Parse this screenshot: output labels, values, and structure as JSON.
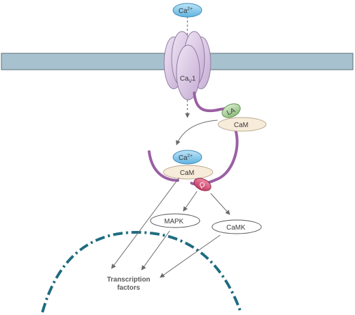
{
  "ions": {
    "top": {
      "base": "Ca",
      "charge": "2+"
    },
    "cytoplasm": {
      "base": "Ca",
      "charge": "2+"
    }
  },
  "channel": {
    "base": "Ca",
    "sub": "V",
    "num": "1"
  },
  "la": "LA",
  "cam_upper": "CaM",
  "cam_lower": "CaM",
  "q": "Q",
  "kinases": {
    "mapk": "MAPK",
    "camk": "CaMK"
  },
  "tf": {
    "line1": "Transcription",
    "line2": "factors"
  },
  "colors": {
    "membrane": "#a7c2ce",
    "channel": "#d6c3e0",
    "tail": "#9b5fa3",
    "ion": "#86c8ea",
    "cam": "#f7ebd9",
    "la": "#a9cf9a",
    "q": "#d9567a",
    "nucleus": "#1f6c80"
  }
}
